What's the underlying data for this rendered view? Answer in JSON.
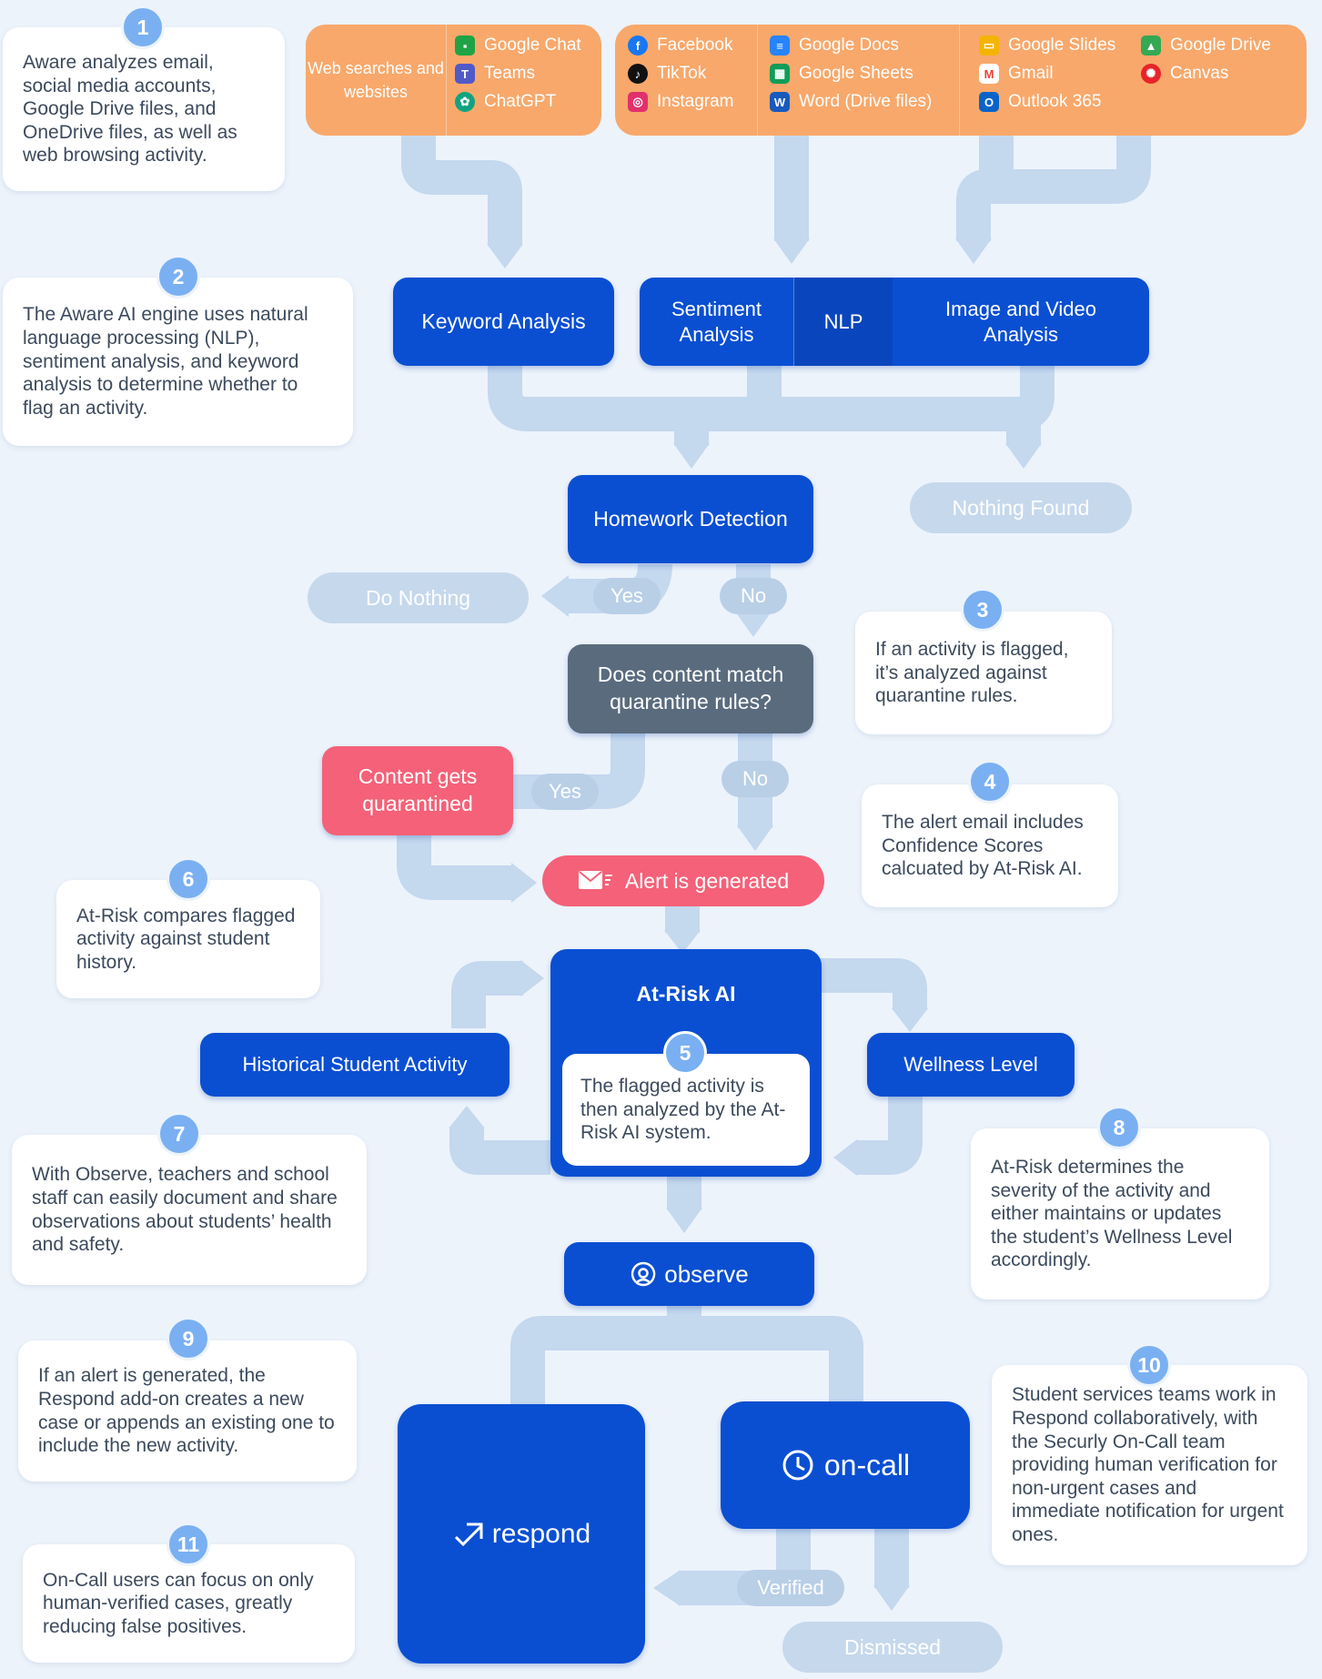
{
  "sources": {
    "web_label": "Web searches and websites",
    "group1": [
      {
        "label": "Google Chat",
        "icon": "google-chat-icon",
        "color": "#1ea446"
      },
      {
        "label": "Teams",
        "icon": "teams-icon",
        "color": "#5059c9"
      },
      {
        "label": "ChatGPT",
        "icon": "chatgpt-icon",
        "color": "#10a37f"
      }
    ],
    "group2": [
      {
        "label": "Facebook",
        "icon": "facebook-icon",
        "color": "#1877f2"
      },
      {
        "label": "TikTok",
        "icon": "tiktok-icon",
        "color": "#111111"
      },
      {
        "label": "Instagram",
        "icon": "instagram-icon",
        "color": "#e1306c"
      }
    ],
    "group3": [
      {
        "label": "Google Docs",
        "icon": "google-docs-icon",
        "color": "#2684fc"
      },
      {
        "label": "Google Sheets",
        "icon": "google-sheets-icon",
        "color": "#0f9d58"
      },
      {
        "label": "Word (Drive files)",
        "icon": "word-icon",
        "color": "#185abd"
      }
    ],
    "group4": [
      {
        "label": "Google Slides",
        "icon": "google-slides-icon",
        "color": "#f4b400"
      },
      {
        "label": "Gmail",
        "icon": "gmail-icon",
        "color": "#ea4335"
      },
      {
        "label": "Outlook 365",
        "icon": "outlook-icon",
        "color": "#0a64c8"
      }
    ],
    "group5": [
      {
        "label": "Google Drive",
        "icon": "google-drive-icon",
        "color": "#34a853"
      },
      {
        "label": "Canvas",
        "icon": "canvas-icon",
        "color": "#e72429"
      }
    ]
  },
  "notes": {
    "n1": {
      "num": "1",
      "text": "Aware analyzes email, social media accounts, Google Drive files, and OneDrive files, as well as web browsing activity."
    },
    "n2": {
      "num": "2",
      "text": "The Aware AI engine uses natural language processing (NLP), sentiment analysis, and keyword analysis to determine whether to flag an activity."
    },
    "n3": {
      "num": "3",
      "text": "If an activity is flagged, it’s analyzed against quarantine rules."
    },
    "n4": {
      "num": "4",
      "text": "The alert email includes Confidence Scores calcuated by At-Risk AI."
    },
    "n5": {
      "num": "5",
      "text": "The flagged activity is then analyzed by the At-Risk AI system."
    },
    "n6": {
      "num": "6",
      "text": "At-Risk compares flagged activity against student history."
    },
    "n7": {
      "num": "7",
      "text": "With Observe, teachers and school staff can easily document and share observations about students’ health and  safety."
    },
    "n8": {
      "num": "8",
      "text": "At-Risk determines the severity of the activity and either maintains or updates the student’s Wellness Level accordingly."
    },
    "n9": {
      "num": "9",
      "text": "If an alert is generated, the Respond add-on creates a new case or appends an existing one to include the new activity."
    },
    "n10": {
      "num": "10",
      "text": "Student services teams work in Respond collaboratively, with the Securly On-Call team providing human verification for non-urgent cases and immediate notification for urgent ones."
    },
    "n11": {
      "num": "11",
      "text": "On-Call users can focus on only human-verified cases, greatly reducing false positives."
    }
  },
  "boxes": {
    "keyword": "Keyword Analysis",
    "sentiment": "Sentiment Analysis",
    "nlp": "NLP",
    "image_video": "Image and Video Analysis",
    "homework": "Homework Detection",
    "nothing_found": "Nothing Found",
    "do_nothing": "Do Nothing",
    "quarantine_q": "Does content match quarantine rules?",
    "quarantined": "Content gets quarantined",
    "alert": "Alert is generated",
    "at_risk": "At-Risk AI",
    "historical": "Historical Student Activity",
    "wellness": "Wellness Level",
    "observe": "observe",
    "respond": "respond",
    "oncall": "on-call",
    "dismissed": "Dismissed"
  },
  "labels": {
    "yes1": "Yes",
    "no1": "No",
    "yes2": "Yes",
    "no2": "No",
    "verified": "Verified"
  },
  "colors": {
    "primary_blue": "#0a4fd2",
    "source_orange": "#f8a86b",
    "alert_pink": "#f46178",
    "question_gray": "#5a6b7e",
    "pale_blue": "#b9cfe6"
  }
}
